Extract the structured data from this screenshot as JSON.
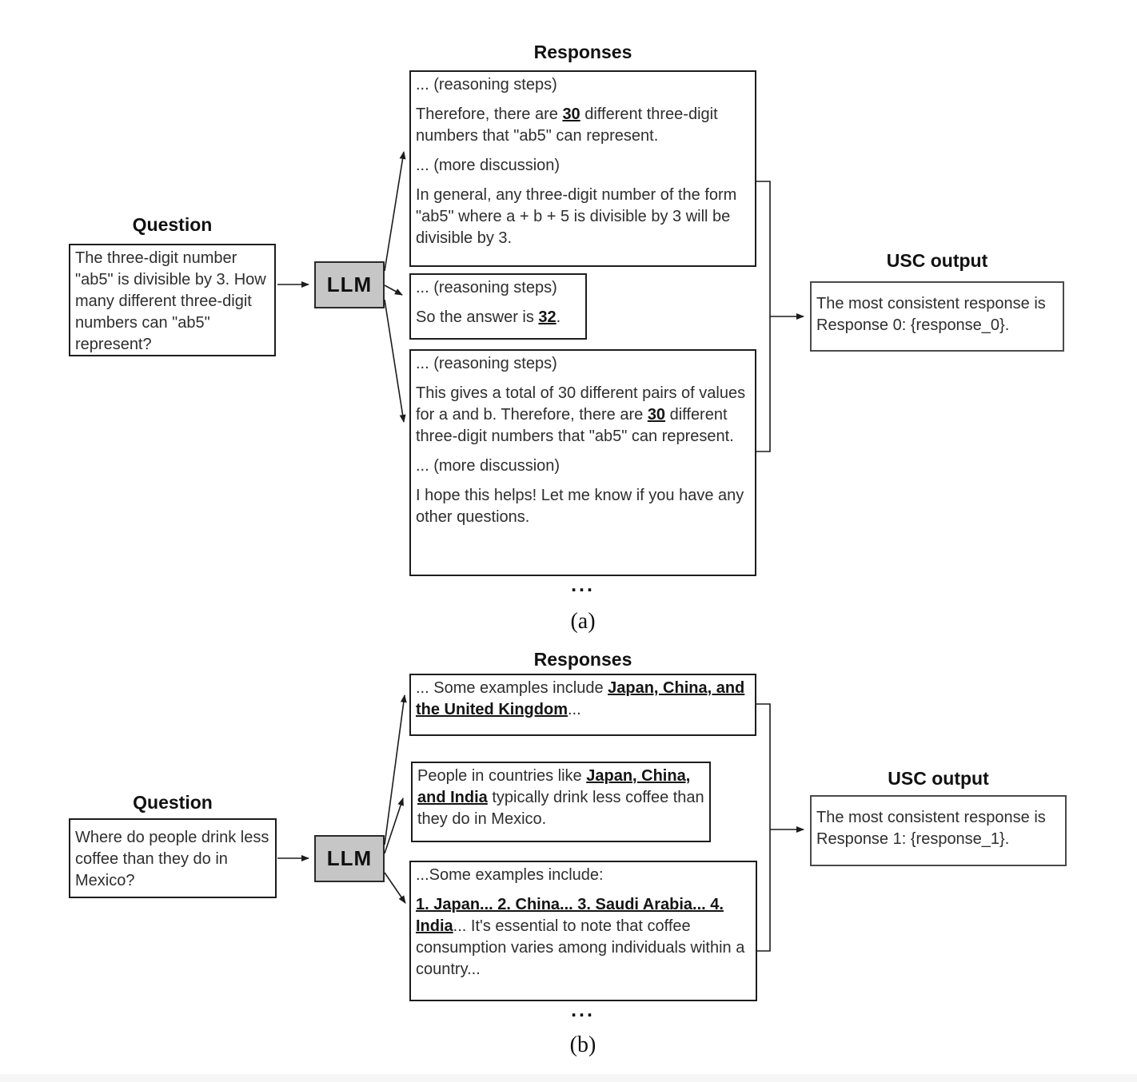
{
  "labels": {
    "question": "Question",
    "responses": "Responses",
    "usc_output": "USC output",
    "llm": "LLM",
    "dots": "...",
    "caption_a": "(a)",
    "caption_b": "(b)"
  },
  "colors": {
    "llm_box_fill": "#c6c6c6",
    "box_border": "#1d1d1d",
    "text": "#2e2e2e"
  },
  "panel_a": {
    "question_text": "The three-digit number \"ab5\" is divisible by 3. How many different three-digit numbers can \"ab5\" represent?",
    "responses": [
      {
        "paragraphs": [
          [
            {
              "t": "... (reasoning steps)"
            }
          ],
          [
            {
              "t": "Therefore, there are "
            },
            {
              "t": "30",
              "b": true
            },
            {
              "t": " different three-digit numbers that \"ab5\" can represent."
            }
          ],
          [
            {
              "t": "... (more discussion)"
            }
          ],
          [
            {
              "t": "In general, any three-digit number of the form \"ab5\" where a + b + 5 is divisible by 3 will be divisible by 3."
            }
          ]
        ]
      },
      {
        "paragraphs": [
          [
            {
              "t": "... (reasoning steps)"
            }
          ],
          [
            {
              "t": "So the answer is "
            },
            {
              "t": "32",
              "b": true
            },
            {
              "t": "."
            }
          ]
        ]
      },
      {
        "paragraphs": [
          [
            {
              "t": "... (reasoning steps)"
            }
          ],
          [
            {
              "t": "This gives a total of 30 different pairs of values for a and b. Therefore, there are "
            },
            {
              "t": "30",
              "b": true
            },
            {
              "t": " different three-digit numbers that \"ab5\" can represent."
            }
          ],
          [
            {
              "t": "... (more discussion)"
            }
          ],
          [
            {
              "t": "I hope this helps! Let me know if you have any other questions."
            }
          ]
        ]
      }
    ],
    "usc_text": "The most consistent response is Response 0: {response_0}."
  },
  "panel_b": {
    "question_text": "Where do people drink less coffee than they do in Mexico?",
    "responses": [
      {
        "paragraphs": [
          [
            {
              "t": "... Some examples include "
            },
            {
              "t": "Japan, China, and the United Kingdom",
              "b": true
            },
            {
              "t": "..."
            }
          ]
        ]
      },
      {
        "paragraphs": [
          [
            {
              "t": "People in countries like "
            },
            {
              "t": "Japan, China, and India",
              "b": true
            },
            {
              "t": " typically drink less coffee than they do in Mexico."
            }
          ]
        ]
      },
      {
        "paragraphs": [
          [
            {
              "t": "...Some examples include:"
            }
          ],
          [
            {
              "t": "1. Japan... 2. China... 3. Saudi Arabia... 4. India",
              "b": true
            },
            {
              "t": "... It's essential to note that coffee consumption varies among individuals within a country..."
            }
          ]
        ]
      }
    ],
    "usc_text": "The most consistent response is Response 1: {response_1}."
  }
}
